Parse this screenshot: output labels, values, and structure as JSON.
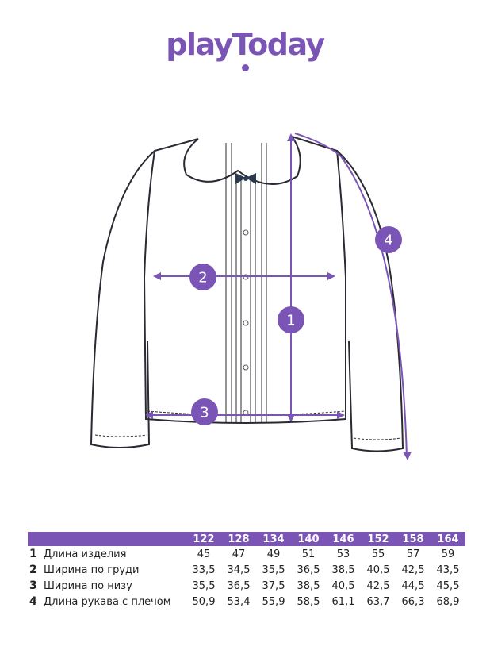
{
  "brand": "playToday",
  "measure_markers": [
    "1",
    "2",
    "3",
    "4"
  ],
  "table": {
    "sizes": [
      "122",
      "128",
      "134",
      "140",
      "146",
      "152",
      "158",
      "164"
    ],
    "rows": [
      {
        "num": "1",
        "label": "Длина изделия",
        "values": [
          "45",
          "47",
          "49",
          "51",
          "53",
          "55",
          "57",
          "59"
        ]
      },
      {
        "num": "2",
        "label": "Ширина по груди",
        "values": [
          "33,5",
          "34,5",
          "35,5",
          "36,5",
          "38,5",
          "40,5",
          "42,5",
          "43,5"
        ]
      },
      {
        "num": "3",
        "label": "Ширина по низу",
        "values": [
          "35,5",
          "36,5",
          "37,5",
          "38,5",
          "40,5",
          "42,5",
          "44,5",
          "45,5"
        ]
      },
      {
        "num": "4",
        "label": "Длина рукава с плечом",
        "values": [
          "50,9",
          "53,4",
          "55,9",
          "58,5",
          "61,1",
          "63,7",
          "66,3",
          "68,9"
        ]
      }
    ]
  },
  "colors": {
    "accent": "#7a55b5",
    "outline": "#2a2a33"
  }
}
